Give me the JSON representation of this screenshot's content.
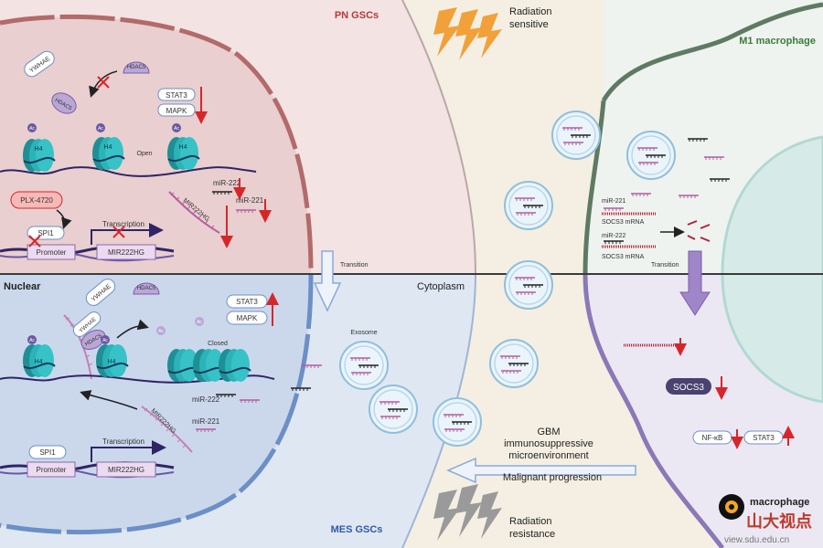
{
  "colors": {
    "pn_bg": "#f4e3e3",
    "mes_bg": "#dfe7f3",
    "cyto_bg": "#f4efe2",
    "macro_top": "#eef3ef",
    "macro_bottom": "#ece8f3",
    "pn_title": "#b33a3a",
    "mes_title": "#2f5aa8",
    "m1_title": "#3d7a3d",
    "teal": "#2bb3b8",
    "purple": "#7b5ea7",
    "down_arrow": "#d7262a",
    "navy": "#2f2566"
  },
  "pn": {
    "title": "PN GSCs",
    "ywhae": "YWHAE",
    "hdac5_a": "HDAC5",
    "hdac5_b": "HDAC5",
    "stat3": "STAT3",
    "mapk": "MAPK",
    "open": "Open",
    "h4": [
      "H4",
      "H4",
      "H4"
    ],
    "ac": [
      "Ac",
      "Ac",
      "Ac"
    ],
    "mir222": "miR-222",
    "mir221": "miR-221",
    "mir222hg": "MIR222HG",
    "plx": "PLX-4720",
    "spi1": "SPI1",
    "promoter": "Promoter",
    "transcription": "Transcription",
    "gene": "MIR222HG"
  },
  "mes": {
    "title": "MES GSCs",
    "nuclear": "Nuclear",
    "cytoplasm": "Cytoplasm",
    "ywhae_a": "YWHAE",
    "ywhae_b": "YWHAE",
    "hdac5_a": "HDAC5",
    "hdac5_b": "HDAC5",
    "stat3": "STAT3",
    "mapk": "MAPK",
    "closed": "Closed",
    "h4": [
      "H4",
      "H4"
    ],
    "ac": [
      "Ac",
      "Ac",
      "Ac",
      "Ac"
    ],
    "mir222": "miR-222",
    "mir221": "miR-221",
    "mir222hg": "MIR222HG",
    "spi1": "SPI1",
    "promoter": "Promoter",
    "transcription": "Transcription",
    "gene": "MIR222HG",
    "exosome": "Exosome"
  },
  "middle": {
    "transition": "Transition",
    "radiation_sensitive_1": "Radiation",
    "radiation_sensitive_2": "sensitive",
    "radiation_resistance_1": "Radiation",
    "radiation_resistance_2": "resistance",
    "gbm_1": "GBM",
    "gbm_2": "immunosuppressive",
    "gbm_3": "microenvironment",
    "malignant": "Malignant progression"
  },
  "macrophage": {
    "m1_title": "M1 macrophage",
    "mir221": "miR-221",
    "socs3_mrna_1": "SOCS3 mRNA",
    "mir222": "miR-222",
    "socs3_mrna_2": "SOCS3 mRNA",
    "transition": "Transition",
    "socs3": "SOCS3",
    "nfkb": "NF-κB",
    "stat3": "STAT3"
  },
  "watermark": {
    "line1": "macrophage",
    "line2": "山大视点",
    "line3": "view.sdu.edu.cn"
  }
}
